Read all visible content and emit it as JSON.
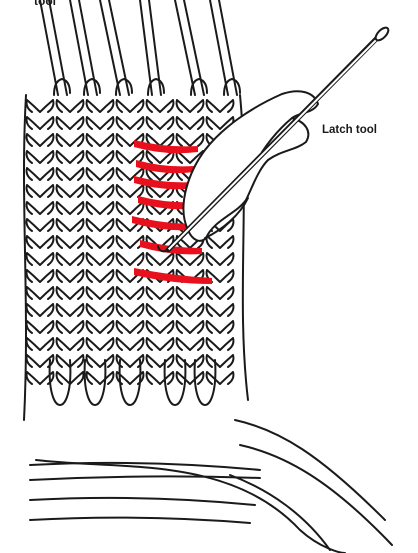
{
  "caption_top": "tool",
  "label_latch_tool": "Latch tool",
  "colors": {
    "ink": "#1a1a1a",
    "highlight": "#e8101c",
    "paper": "#ffffff"
  },
  "figure_elements": [
    "knitted-fabric",
    "needle-hooks",
    "latch-tool-icon",
    "hand-icon",
    "dropped-stitch-ladder",
    "loose-yarn-strands"
  ]
}
